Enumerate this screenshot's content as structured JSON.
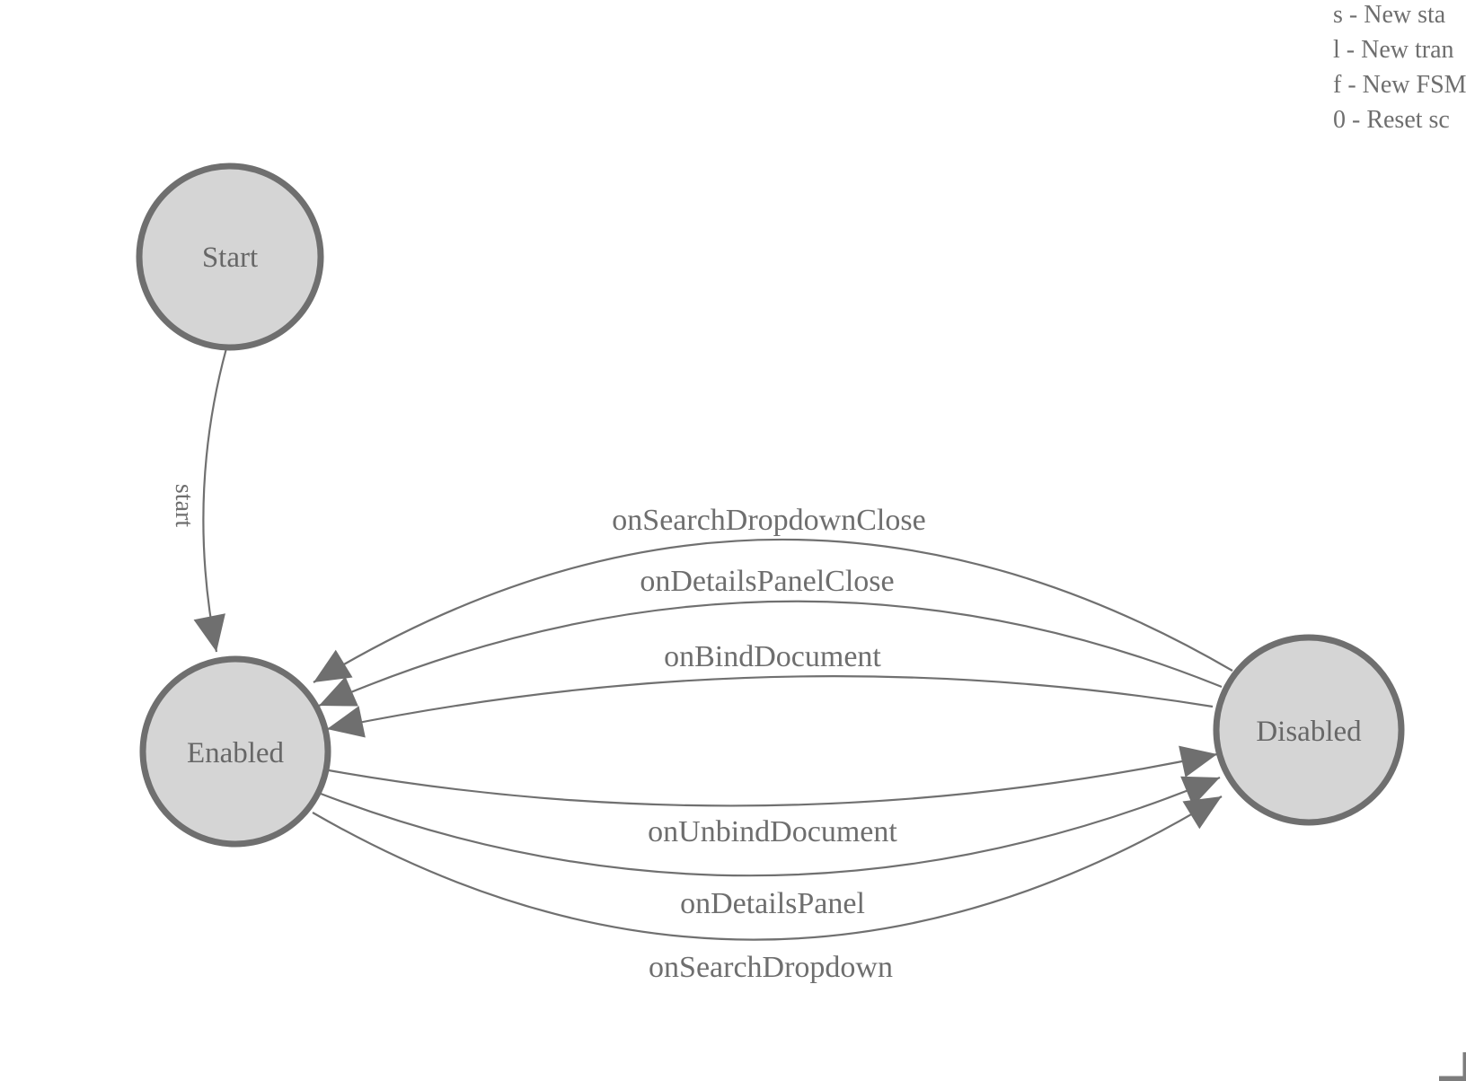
{
  "graph": {
    "type": "state-machine-diagram",
    "nodes": [
      {
        "id": "start",
        "label": "Start"
      },
      {
        "id": "enabled",
        "label": "Enabled"
      },
      {
        "id": "disabled",
        "label": "Disabled"
      }
    ],
    "edges": [
      {
        "id": "start",
        "label": "start",
        "from": "Start",
        "to": "Enabled"
      },
      {
        "id": "onSearchDropdownClose",
        "label": "onSearchDropdownClose",
        "from": "Disabled",
        "to": "Enabled"
      },
      {
        "id": "onDetailsPanelClose",
        "label": "onDetailsPanelClose",
        "from": "Disabled",
        "to": "Enabled"
      },
      {
        "id": "onBindDocument",
        "label": "onBindDocument",
        "from": "Disabled",
        "to": "Enabled"
      },
      {
        "id": "onUnbindDocument",
        "label": "onUnbindDocument",
        "from": "Enabled",
        "to": "Disabled"
      },
      {
        "id": "onDetailsPanel",
        "label": "onDetailsPanel",
        "from": "Enabled",
        "to": "Disabled"
      },
      {
        "id": "onSearchDropdown",
        "label": "onSearchDropdown",
        "from": "Enabled",
        "to": "Disabled"
      }
    ]
  },
  "legend": {
    "lines": [
      "s - New sta",
      "l - New tran",
      "f - New FSM",
      "0 - Reset sc"
    ]
  },
  "colors": {
    "background": "#ffffff",
    "node_fill": "#d5d5d5",
    "node_border": "#6f6f6f",
    "edge_stroke": "#707070",
    "arrow_fill": "#6f6f6f",
    "label_text": "#6a6a6a",
    "legend_text": "#6e6e6e",
    "corner_bracket": "#7d7d7d"
  }
}
